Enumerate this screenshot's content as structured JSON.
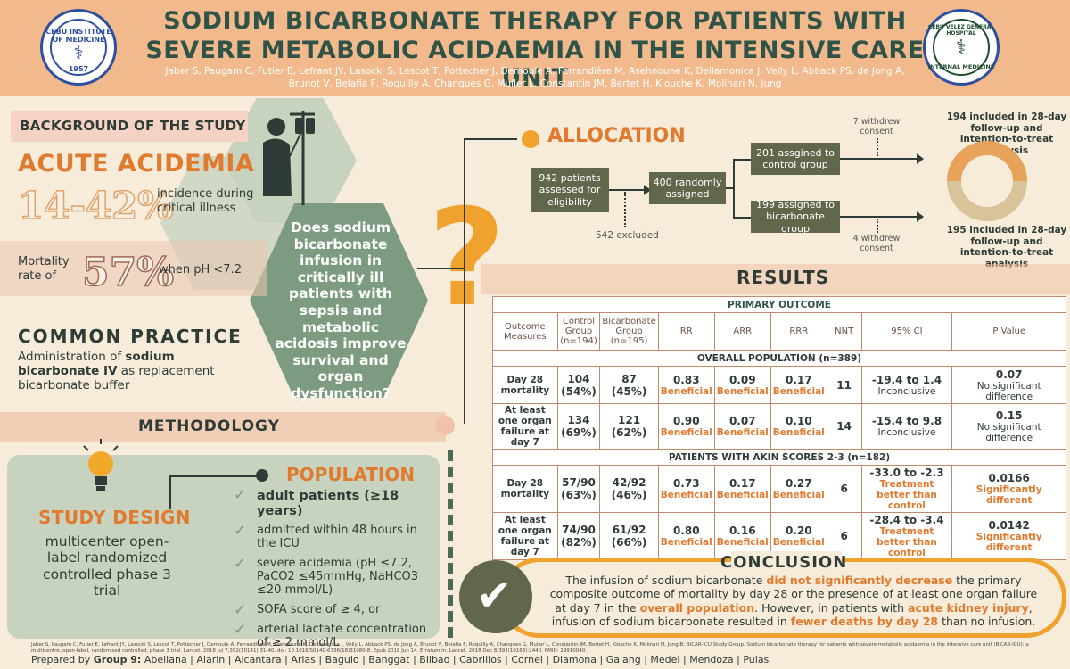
{
  "header": {
    "title_line1": "SODIUM BICARBONATE THERAPY  FOR PATIENTS WITH",
    "title_line2": "SEVERE METABOLIC ACIDAEMIA IN THE INTENSIVE CARE UNIT",
    "authors": "Jaber S, Paugam C, Futier E, Lefrant JY, Lasocki S, Lescot T, Pottecher J, Demoule A, Ferrandière M, Asehnoune K, Dellamonica J, Velly L, Abback PS, de Jong A, Brunot V, Belafia F, Roquilly A, Chanques G, Muller L, Constantin JM, Bertet H, Klouche K, Molinari N, Jung",
    "logo_left_text": "CEBU INSTITUTE OF MEDICINE",
    "logo_left_year": "1957",
    "logo_right_text": "CEBU VELEZ GENERAL HOSPITAL",
    "logo_right_sub": "INTERNAL MEDICINE"
  },
  "background": {
    "section_title": "BACKGROUND OF THE STUDY",
    "acute_title": "ACUTE ACIDEMIA",
    "incidence_pct": "14-42%",
    "incidence_desc": "incidence during critical illness",
    "mortality_pre": "Mortality rate of",
    "mortality_pct": "57%",
    "mortality_post": "when pH <7.2",
    "common_title": "COMMON PRACTICE",
    "common_pre": "Administration of ",
    "common_bold": "sodium bicarbonate IV",
    "common_post": " as replacement bicarbonate buffer"
  },
  "question": {
    "text": "Does sodium bicarbonate infusion in critically ill patients with sepsis and metabolic acidosis improve survival and organ dysfunction?",
    "mark": "?"
  },
  "methodology": {
    "title": "METHODOLOGY",
    "design_title": "STUDY DESIGN",
    "design_desc": "multicenter open-label randomized controlled phase 3 trial",
    "population_title": "POPULATION",
    "population_items": [
      "adult patients (≥18 years)",
      "admitted within 48 hours in the ICU",
      "severe acidemia (pH ≤7.2, PaCO2 ≤45mmHg, NaHCO3 ≤20 mmol/L)",
      "SOFA score of ≥ 4, or",
      "arterial lactate concentration of ≥ 2 mmol/L"
    ]
  },
  "allocation": {
    "title": "ALLOCATION",
    "assessed": "942 patients assessed for eligibility",
    "excluded": "542 excluded",
    "randomized": "400 randomly assigned",
    "control": "201 assgined to control group",
    "bicarb": "199 assigned to bicarbonate group",
    "withdrew_top": "7 withdrew consent",
    "withdrew_bot": "4 withdrew consent",
    "included_top": "194 included in 28-day follow-up and intention-to-treat analysis",
    "included_bot": "195 included in 28-day follow-up and intention-to-treat analysis",
    "donut_colors": {
      "top": "#e8a35a",
      "bottom": "#d9c39a"
    }
  },
  "results": {
    "title": "RESULTS",
    "primary_label": "PRIMARY OUTCOME",
    "headers": [
      "Outcome Measures",
      "Control Group (n=194)",
      "Bicarbonate Group (n=195)",
      "RR",
      "ARR",
      "RRR",
      "NNT",
      "95% CI",
      "P Value"
    ],
    "sections": [
      {
        "label": "OVERALL POPULATION (n=389)",
        "rows": [
          {
            "measure": "Day 28 mortality",
            "control": "104 (54%)",
            "bicarb": "87 (45%)",
            "rr": "0.83",
            "rr_note": "Beneficial",
            "arr": "0.09",
            "arr_note": "Beneficial",
            "rrr": "0.17",
            "rrr_note": "Beneficial",
            "nnt": "11",
            "ci": "-19.4 to 1.4",
            "ci_note": "Inconclusive",
            "p": "0.07",
            "p_note": "No significant difference"
          },
          {
            "measure": "At least one organ failure at day 7",
            "control": "134 (69%)",
            "bicarb": "121 (62%)",
            "rr": "0.90",
            "rr_note": "Beneficial",
            "arr": "0.07",
            "arr_note": "Beneficial",
            "rrr": "0.10",
            "rrr_note": "Beneficial",
            "nnt": "14",
            "ci": "-15.4 to 9.8",
            "ci_note": "Inconclusive",
            "p": "0.15",
            "p_note": "No significant difference"
          }
        ]
      },
      {
        "label": "PATIENTS WITH AKIN SCORES 2-3 (n=182)",
        "rows": [
          {
            "measure": "Day 28 mortality",
            "control": "57/90 (63%)",
            "bicarb": "42/92 (46%)",
            "rr": "0.73",
            "rr_note": "Beneficial",
            "arr": "0.17",
            "arr_note": "Beneficial",
            "rrr": "0.27",
            "rrr_note": "Beneficial",
            "nnt": "6",
            "ci": "-33.0 to -2.3",
            "ci_note": "Treatment better than control",
            "p": "0.0166",
            "p_note": "Significantly different"
          },
          {
            "measure": "At least one organ failure at day 7",
            "control": "74/90 (82%)",
            "bicarb": "61/92 (66%)",
            "rr": "0.80",
            "rr_note": "Beneficial",
            "arr": "0.16",
            "arr_note": "Beneficial",
            "rrr": "0.20",
            "rrr_note": "Beneficial",
            "nnt": "6",
            "ci": "-28.4 to -3.4",
            "ci_note": "Treatment better than control",
            "p": "0.0142",
            "p_note": "Significantly different"
          }
        ]
      }
    ]
  },
  "conclusion": {
    "title": "CONCLUSION",
    "p1": "The infusion of sodium bicarbonate ",
    "h1": "did not significantly decrease",
    "p2": " the primary composite outcome of mortality by day 28 or the presence of at least one organ failure at day 7 in the ",
    "h2": "overall population",
    "p3": ". However, in patients with ",
    "h3": "acute kidney injury",
    "p4": ", infusion of sodium bicarbonate resulted in ",
    "h4": "fewer deaths by day 28",
    "p5": " than no infusion."
  },
  "footer": {
    "reference": "Jaber S, Paugam C, Futier E, Lefrant JY, Lasocki S, Lescot T, Pottecher J, Demoule A, Ferrandière M, Asehnoune K, Dellamonica J, Velly L, Abback PS, de Jong A, Brunot V, Belafia F, Roquilly A, Chanques G, Muller L, Constantin JM, Bertet H, Klouche K, Molinari N, Jung B; BICAR-ICU Study Group. Sodium bicarbonate therapy for patients with severe metabolic acidaemia in the intensive care unit (BICAR-ICU): a multicentre, open-label, randomised controlled, phase 3 trial. Lancet. 2018 Jul 7;392(10141):31-40. doi: 10.1016/S0140-6736(18)31080-8. Epub 2018 Jun 14. Erratum in: Lancet. 2018 Dec 8;392(10163):2440. PMID: 29910040.",
    "prepared_pre": "Prepared by ",
    "group": "Group 9:",
    "members": " Abellana | Alarin | Alcantara | Arias | Baguio | Banggat | Bilbao | Cabrillos | Cornel | Diamona | Galang | Medel | Mendoza | Pulas"
  }
}
